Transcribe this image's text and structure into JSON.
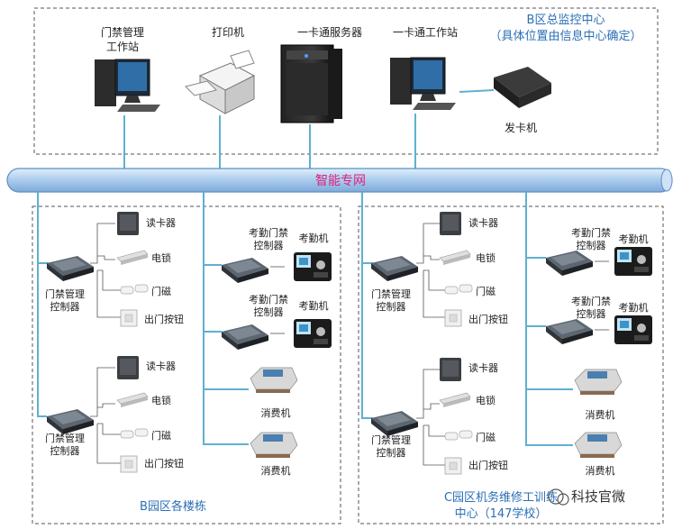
{
  "top": {
    "workstation_label": [
      "门禁管理",
      "工作站"
    ],
    "printer_label": "打印机",
    "server_label": "一卡通服务器",
    "card_workstation_label": "一卡通工作站",
    "monitor_center_label": [
      "B区总监控中心",
      "（具体位置由信息中心确定）"
    ],
    "card_issuer_label": "发卡机"
  },
  "network": {
    "label": "智能专网",
    "label_color": "#e0207a",
    "pipe_color": "#9ec2e8"
  },
  "zones": {
    "b": {
      "caption": "B园区各楼栋"
    },
    "c": {
      "caption": [
        "C园区机务维修工训练",
        "中心（147学校）"
      ]
    }
  },
  "devices": {
    "controller_label": [
      "门禁管理",
      "控制器"
    ],
    "reader": "读卡器",
    "lock": "电锁",
    "magnet": "门磁",
    "exit_button": "出门按钮",
    "attendance_controller": [
      "考勤门禁",
      "控制器"
    ],
    "attendance_machine": "考勤机",
    "pos": "消费机"
  },
  "watermark": "科技官微",
  "colors": {
    "line": "#5fb0d0",
    "border": "#555555",
    "accent": "#2a6fb5"
  }
}
